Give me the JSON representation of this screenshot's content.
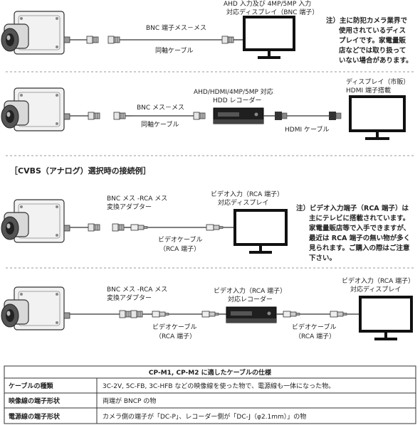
{
  "section1": {
    "display_label_1": "AHD 入力及び 4MP/5MP 入力",
    "display_label_2": "対応ディスプレイ（BNC 端子）",
    "cable_label": "BNC 端子メス－メス",
    "cable_sublabel": "同軸ケーブル",
    "note_lines": [
      "注）主に防犯カメラ業界で",
      "使用されているディス",
      "プレイです。家電量販",
      "店などでは取り扱って",
      "いない場合があります。"
    ]
  },
  "section2": {
    "bnc_label": "BNC メス－メス",
    "cable_sublabel": "同軸ケーブル",
    "recorder_label_1": "AHD/HDMI/4MP/5MP 対応",
    "recorder_label_2": "HDD レコーダー",
    "display_label_1": "ディスプレイ（市販）",
    "display_label_2": "HDMI 端子搭載",
    "hdmi_cable_label": "HDMI ケーブル"
  },
  "cvbs_heading": "［CVBS（アナログ）選択時の接続例］",
  "section3": {
    "adapter_label_1": "BNC メス -RCA メス",
    "adapter_label_2": "変換アダプター",
    "display_label_1": "ビデオ入力（RCA 端子）",
    "display_label_2": "対応ディスプレイ",
    "video_cable_label": "ビデオケーブル",
    "video_cable_sublabel": "（RCA 端子）",
    "note_lines": [
      "注）ビデオ入力端子（RCA 端子）は",
      "主にテレビに搭載されています。",
      "家電量販店等で入手できますが、",
      "最近は RCA 端子の無い物が多く",
      "見られます。ご購入の際はご注意",
      "下さい。"
    ]
  },
  "section4": {
    "adapter_label_1": "BNC メス -RCA メス",
    "adapter_label_2": "変換アダプター",
    "recorder_label_1": "ビデオ入力（RCA 端子）",
    "recorder_label_2": "対応レコーダー",
    "display_label_1": "ビデオ入力（RCA 端子）",
    "display_label_2": "対応ディスプレイ",
    "video_cable_label_1": "ビデオケーブル",
    "video_cable_sublabel_1": "（RCA 端子）",
    "video_cable_label_2": "ビデオケーブル",
    "video_cable_sublabel_2": "（RCA 端子）"
  },
  "table": {
    "title": "CP-M1, CP-M2 に適したケーブルの仕様",
    "rows": [
      {
        "header": "ケーブルの種類",
        "value": "3C-2V, 5C-FB, 3C-HFB などの映像線を使った物で、電源線も一体になった物。"
      },
      {
        "header": "映像線の端子形状",
        "value": "両端が BNCP の物"
      },
      {
        "header": "電源線の端子形状",
        "value": "カメラ側の端子が「DC-P」、レコーダー側が「DC-J（φ2.1mm）」の物"
      }
    ]
  }
}
